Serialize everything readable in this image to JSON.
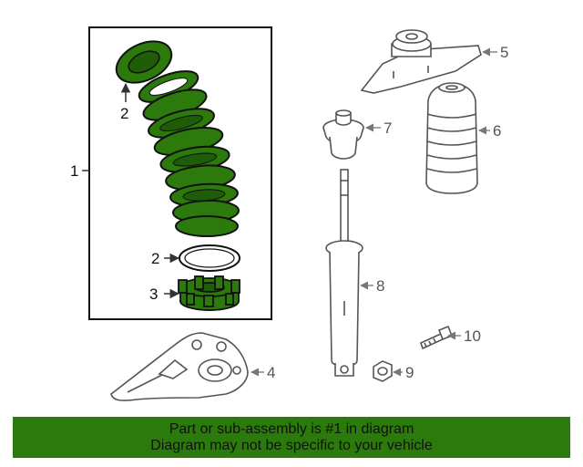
{
  "callouts": {
    "c1": "1",
    "c2_top": "2",
    "c2_mid": "2",
    "c3": "3",
    "c4": "4",
    "c5": "5",
    "c6": "6",
    "c7": "7",
    "c8": "8",
    "c9": "9",
    "c10": "10"
  },
  "footer": {
    "line1": "Part or sub-assembly is #1 in diagram",
    "line2": "Diagram may not be specific to your vehicle"
  },
  "colors": {
    "highlight": "#2b7a0b",
    "outline": "#333333",
    "line_grey": "#777777"
  }
}
